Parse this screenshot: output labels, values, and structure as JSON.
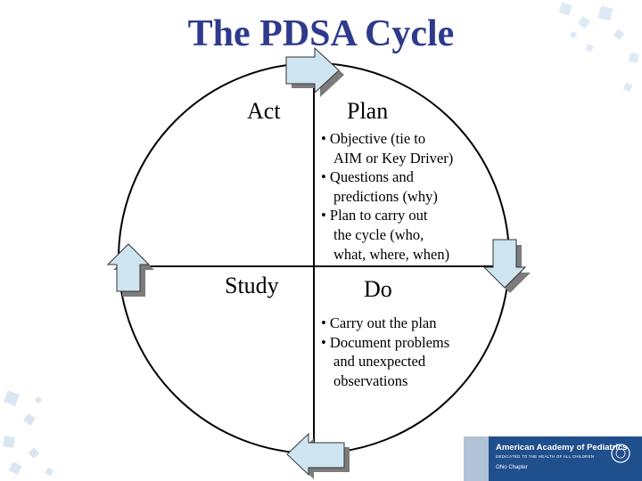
{
  "title": "The PDSA Cycle",
  "quadrants": {
    "act": {
      "label": "Act"
    },
    "plan": {
      "label": "Plan",
      "bullets": [
        {
          "lead": "Objective (tie to",
          "cont": [
            "AIM or Key Driver)"
          ]
        },
        {
          "lead": "Questions and",
          "cont": [
            "predictions (why)"
          ]
        },
        {
          "lead": "Plan to carry out",
          "cont": [
            "the cycle (who,",
            "what, where, when)"
          ]
        }
      ]
    },
    "study": {
      "label": "Study"
    },
    "do": {
      "label": "Do",
      "bullets": [
        {
          "lead": "Carry out the plan",
          "cont": []
        },
        {
          "lead": "Document problems",
          "cont": [
            "and unexpected",
            "observations"
          ]
        }
      ]
    }
  },
  "arrows": [
    {
      "name": "top-right-arrow-icon",
      "direction": "right"
    },
    {
      "name": "right-down-arrow-icon",
      "direction": "down"
    },
    {
      "name": "bottom-left-arrow-icon",
      "direction": "left"
    },
    {
      "name": "left-up-arrow-icon",
      "direction": "up"
    }
  ],
  "logo": {
    "name": "American Academy of Pediatrics",
    "tagline": "DEDICATED TO THE HEALTH OF ALL CHILDREN",
    "chapter": "Ohio Chapter"
  },
  "colors": {
    "title": "#2e3a8c",
    "arrow_fill": "#cfe4f1",
    "arrow_shadow": "#7b7b7b",
    "footer_bar": "#1f4f8c",
    "decor": "#b9cfe6"
  }
}
